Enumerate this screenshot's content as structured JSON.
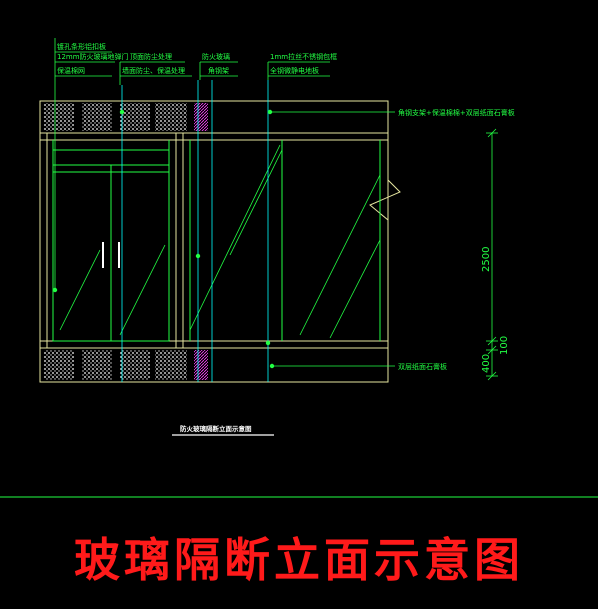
{
  "labels": {
    "l1": "镀孔条形铝扣板",
    "l2": "12mm防火玻璃地弹门",
    "l3": "保温棉网",
    "l4": "顶面防尘处理",
    "l5": "墙面防尘、保温处理",
    "l6": "防火玻璃",
    "l7": "角钢架",
    "l8": "1mm拉丝不锈钢包框",
    "l9": "全钢微静电地板",
    "r1": "角钢支架+保温棉棉+双层纸面石膏板",
    "r2": "双层纸面石膏板"
  },
  "dimensions": {
    "d_total": "2500",
    "d_mid": "100",
    "d_low": "400"
  },
  "caption": "防火玻璃隔断立面示意图",
  "title": "玻璃隔断立面示意图",
  "colors": {
    "background": "#000000",
    "lines": "#22ff44",
    "frame": "#e6e6a0",
    "title": "#ff1a1a",
    "hatch": "#ffffff",
    "cyan": "#00ffff",
    "magenta": "#ff44ff"
  }
}
